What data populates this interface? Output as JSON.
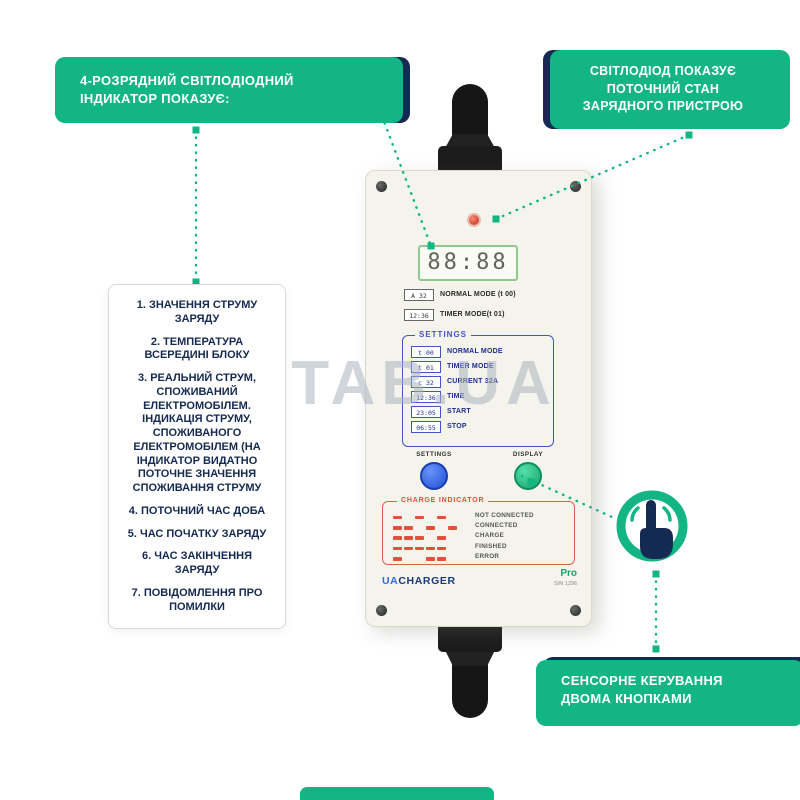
{
  "callouts": {
    "led_indicator": {
      "text": "4-РОЗРЯДНИЙ СВІТЛОДІОДНИЙ\nІНДИКАТОР ПОКАЗУЄ:"
    },
    "status_led": {
      "text": "СВІТЛОДІОД ПОКАЗУЄ\nПОТОЧНИЙ СТАН\nЗАРЯДНОГО ПРИСТРОЮ"
    },
    "touch_control": {
      "text": "СЕНСОРНЕ КЕРУВАННЯ\nДВОМА КНОПКАМИ"
    }
  },
  "indicator_list": {
    "items": [
      "1. ЗНАЧЕННЯ СТРУМУ ЗАРЯДУ",
      "2. ТЕМПЕРАТУРА ВСЕРЕДИНІ БЛОКУ",
      "3. РЕАЛЬНИЙ СТРУМ, СПОЖИВАНИЙ ЕЛЕКТРОМОБІЛЕМ. ІНДИКАЦІЯ СТРУМУ, СПОЖИВАНОГО ЕЛЕКТРОМОБІЛЕМ (НА ІНДИКАТОР ВИДАТНО ПОТОЧНЕ ЗНАЧЕННЯ СПОЖИВАННЯ СТРУМУ",
      "4. ПОТОЧНИЙ ЧАС ДОБА",
      "5. ЧАС ПОЧАТКУ ЗАРЯДУ",
      "6. ЧАС ЗАКІНЧЕННЯ ЗАРЯДУ",
      "7. ПОВІДОМЛЕННЯ ПРО ПОМИЛКИ"
    ]
  },
  "device": {
    "display_value": "88:88",
    "mode_rows": [
      {
        "value": "A 32",
        "label": "NORMAL MODE (t 00)"
      },
      {
        "value": "12:36",
        "label": "TIMER MODE(t 01)"
      }
    ],
    "settings": {
      "title": "SETTINGS",
      "rows": [
        {
          "value": "t 00",
          "label": "NORMAL MODE"
        },
        {
          "value": "t 01",
          "label": "TIMER MODE"
        },
        {
          "value": "c 32",
          "label": "CURRENT 32A"
        },
        {
          "value": "12:36",
          "label": "TIME"
        },
        {
          "value": "23:05",
          "label": "START"
        },
        {
          "value": "06:55",
          "label": "STOP"
        }
      ]
    },
    "buttons": {
      "settings_label": "SETTINGS",
      "display_label": "DISPLAY"
    },
    "charge_indicator": {
      "title": "CHARGE INDICATOR",
      "rows": [
        {
          "pattern": "101010",
          "label": "NOT CONNECTED"
        },
        {
          "pattern": "110101",
          "label": "CONNECTED"
        },
        {
          "pattern": "111010",
          "label": "CHARGE"
        },
        {
          "pattern": "111110",
          "label": "FINISHED"
        },
        {
          "pattern": "100110",
          "label": "ERROR"
        }
      ]
    },
    "brand": {
      "ua": "UA",
      "charger": "CHARGER",
      "model": "Pro",
      "serial": "S/N 1296"
    }
  },
  "watermark": "ITAB.UA",
  "colors": {
    "navy": "#152a52",
    "accent_green": "#12b583",
    "settings_blue": "#4353c8",
    "indicator_red": "#e0503c",
    "button_blue": "#2f6bf0",
    "button_green": "#17a36b"
  }
}
